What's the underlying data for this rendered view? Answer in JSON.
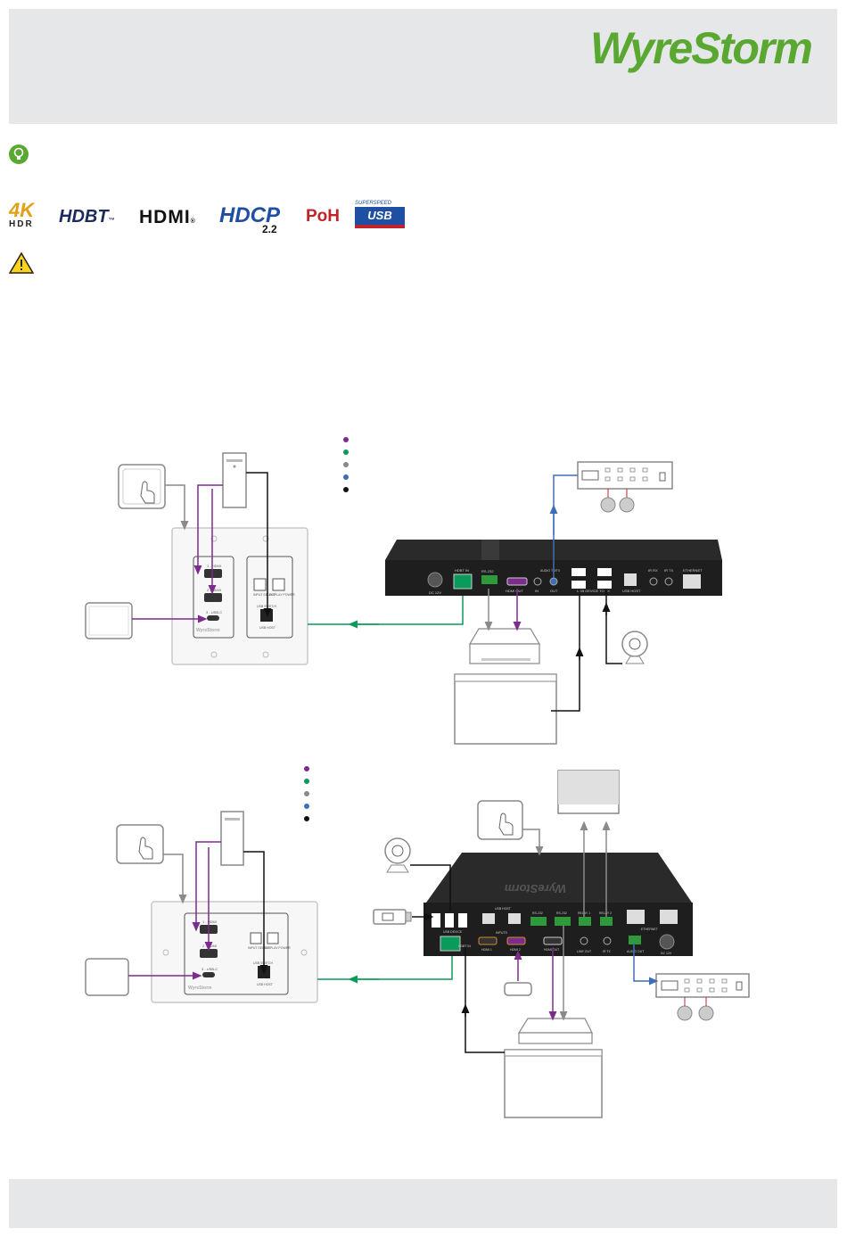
{
  "brand": {
    "logo_text": "WyreStorm",
    "registered": "®",
    "color": "#5aa832"
  },
  "badges": {
    "k4": "4K",
    "hdr": "HDR",
    "hdbt": "HDBT",
    "hdbt_tm": "™",
    "hdmi": "HDMI",
    "hdmi_r": "®",
    "hdcp": "HDCP",
    "hdcp_ver": "2.2",
    "poh": "PoH",
    "usb_super": "SUPERSPEED",
    "usb": "USB"
  },
  "icons": {
    "tip": "lightbulb-icon",
    "warning": "warning-triangle-icon"
  },
  "legend_colors": [
    "#7b2d8e",
    "#0a9a5a",
    "#8a8a8a",
    "#3e6fb6",
    "#111111"
  ],
  "colors": {
    "hdbt": "#0a9a5a",
    "hdmi": "#7b2d8e",
    "usb": "#8a8a8a",
    "audio": "#3e6fb6",
    "usb_data": "#111111",
    "header_band": "#e6e7e8"
  },
  "wallplate_labels": {
    "hdmi1": "1 - HDMI",
    "hdmi2": "2 - HDMI",
    "usbc": "3 - USB-C",
    "input_select": "INPUT SELECT",
    "display_power": "DISPLAY POWER",
    "usb_host": "USB HOST",
    "usb_host_ver": "USB 3.1",
    "usb_switch": "USB SWITCH",
    "brand": "WyreStorm"
  },
  "receiver1_labels": {
    "dc": "DC 12V",
    "hdbt_in": "HDBT IN",
    "rs232": "RS-232",
    "hdmi_out": "HDMI OUT",
    "audio_in": "IN",
    "audio_out": "OUT",
    "audio": "AUDIO TO/TX",
    "usb_device": "USB DEVICE TO TX",
    "usb_host": "USB HOST",
    "ir_rx": "IR RX",
    "ir_tx": "IR TX",
    "ethernet": "ETHERNET"
  },
  "receiver2_labels": {
    "usb_device": "USB DEVICE",
    "usb_host": "USB HOST",
    "hdbt_in": "HDBT IN",
    "hdmi1": "HDMI 1",
    "hdmi2": "HDMI 2",
    "inputs": "INPUTS",
    "rs232": "RS-232",
    "rs232b": "RS-232",
    "hdmi_out": "HDMI OUT",
    "relay1": "RELAY 1",
    "relay2": "RELAY 2",
    "line_out": "LINE OUT",
    "ir_tx": "IR TX",
    "audio_out": "AUDIO OUT",
    "ethernet": "ETHERNET",
    "dc": "DC 12V",
    "brand": "WyreStorm"
  }
}
